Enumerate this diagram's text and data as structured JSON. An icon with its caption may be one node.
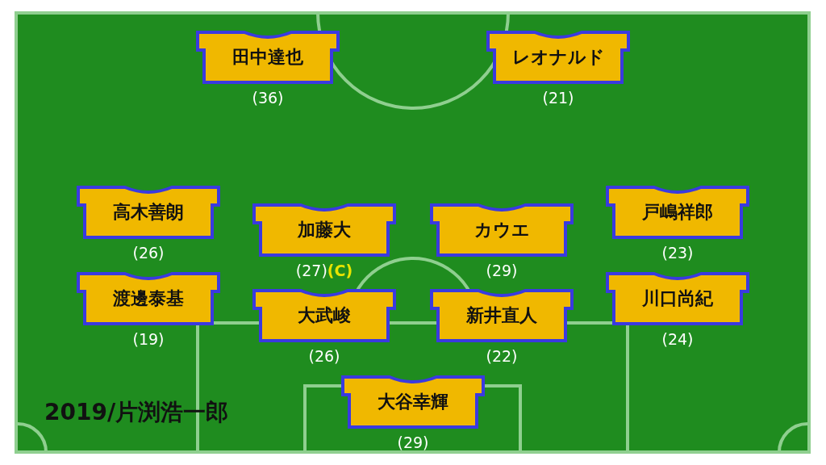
{
  "diagram": {
    "nodes": [
      {
        "text": [
          "田中達也"
        ],
        "beside": [
          "(36)"
        ]
      },
      {
        "text": [
          "レオナルド"
        ],
        "beside": [
          "(21)"
        ]
      },
      {
        "text": [
          "高木善朗"
        ],
        "beside": [
          "(26)"
        ]
      },
      {
        "text": [
          "加藤大"
        ],
        "beside": [
          "(27)",
          "(C)"
        ]
      },
      {
        "text": [
          "カウエ"
        ],
        "beside": [
          "(29)"
        ]
      },
      {
        "text": [
          "戸嶋祥郎"
        ],
        "beside": [
          "(23)"
        ]
      },
      {
        "text": [
          "渡邊泰基"
        ],
        "beside": [
          "(19)"
        ]
      },
      {
        "text": [
          "大武峻"
        ],
        "beside": [
          "(26)"
        ]
      },
      {
        "text": [
          "新井直人"
        ],
        "beside": [
          "(22)"
        ]
      },
      {
        "text": [
          "川口尚紀"
        ],
        "beside": [
          "(24)"
        ]
      },
      {
        "text": [
          "大谷幸輝"
        ],
        "beside": [
          "(29)"
        ]
      }
    ],
    "labels": [
      "2019/片渕浩一郎"
    ]
  }
}
